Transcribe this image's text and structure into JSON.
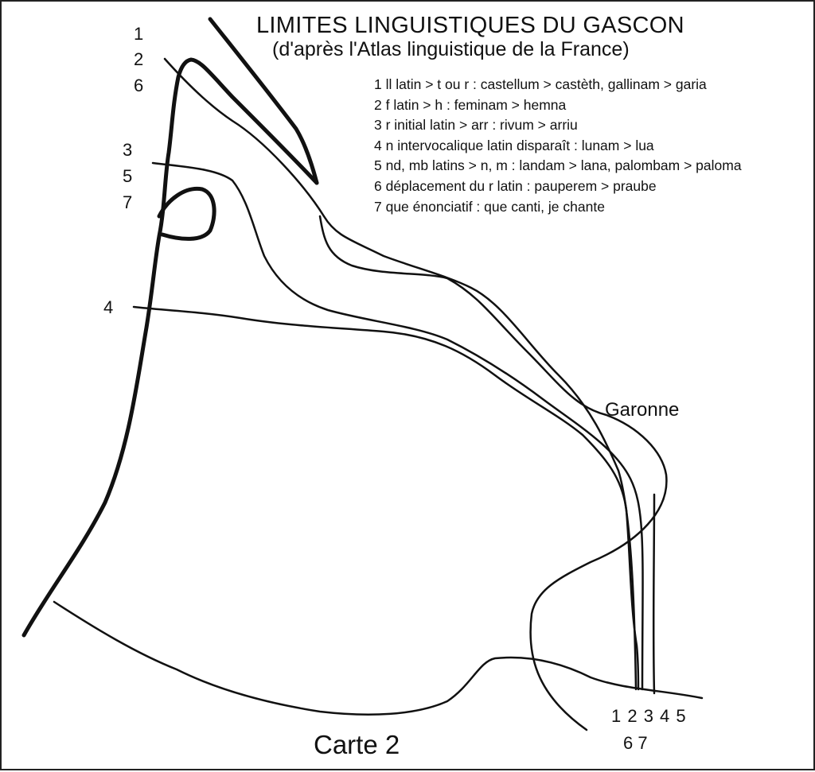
{
  "map": {
    "title": "LIMITES LINGUISTIQUES DU GASCON",
    "subtitle": "(d'après l'Atlas linguistique de la France)",
    "legend": [
      "1 ll  latin > t ou r : castellum > castèth, gallinam > garia",
      "2 f  latin > h : feminam > hemna",
      "3 r initial latin > arr : rivum > arriu",
      "4 n intervocalique latin disparaît : lunam > lua",
      "5 nd, mb latins > n, m :  landam > lana, palombam > paloma",
      "6 déplacement du r latin : pauperem > praube",
      "7 que énonciatif : que canti, je chante"
    ],
    "north_labels": [
      "1",
      "2",
      "6"
    ],
    "west_labels": [
      "3",
      "5",
      "7"
    ],
    "mid_label": "4",
    "south_labels_row1": "1 2 3 4 5",
    "south_labels_row2": "6 7",
    "river_label": "Garonne",
    "map_label": "Carte 2",
    "line_color": "#111111"
  }
}
